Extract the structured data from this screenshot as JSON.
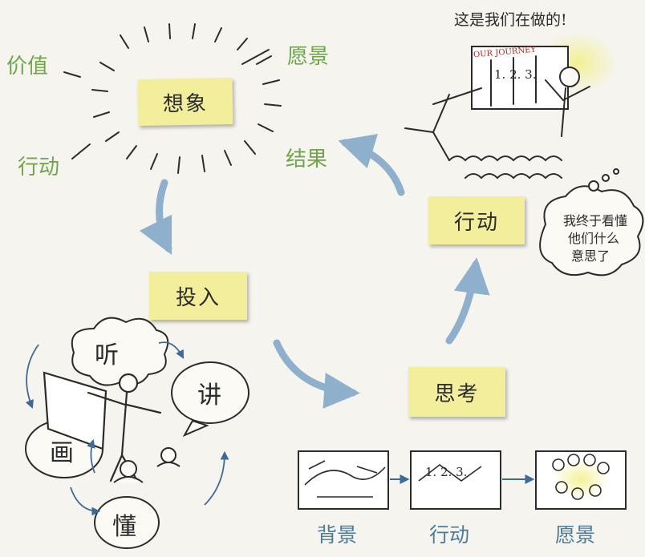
{
  "notes": {
    "imagine": "想象",
    "invest": "投入",
    "think": "思考",
    "act": "行动"
  },
  "vision_words": {
    "values": "价值",
    "vision": "愿景",
    "action": "行动",
    "results": "结果"
  },
  "invest_words": {
    "listen": "听",
    "speak": "讲",
    "draw": "画",
    "understand": "懂"
  },
  "journey": {
    "caption": "这是我们在做的!",
    "board_title": "OUR JOURNEY",
    "board_steps": "1. 2. 3."
  },
  "thought": {
    "line1": "我终于看懂",
    "line2": "他们什么",
    "line3": "意思了"
  },
  "strip": {
    "background": "背景",
    "action": "行动",
    "vision": "愿景",
    "steps": "1. 2. 3."
  },
  "colors": {
    "sticky": "#f2ee9b",
    "green_text": "#6fa64a",
    "blue_arrow": "#8fb0cc",
    "ink": "#2b2b2b"
  }
}
